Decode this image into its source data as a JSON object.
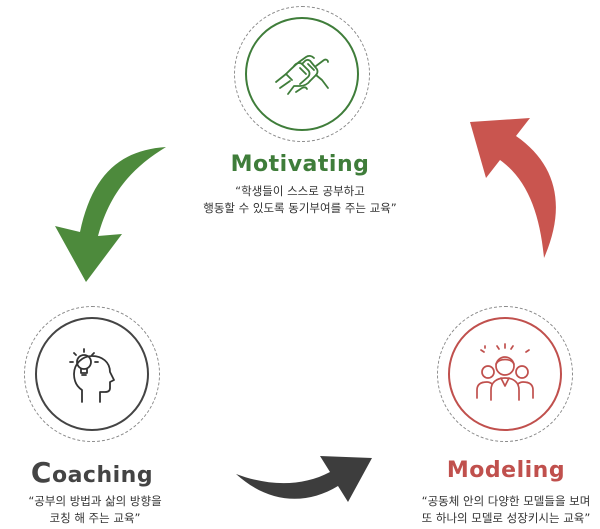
{
  "colors": {
    "motivating": "#3f7d3a",
    "coaching": "#444444",
    "modeling": "#c0504d",
    "arrow_green": "#4d8a3c",
    "arrow_red": "#c9554f",
    "arrow_dark": "#3d3d3d"
  },
  "nodes": {
    "motivating": {
      "icon": "handshake-icon",
      "title": "Motivating",
      "desc_line1": "“학생들이 스스로 공부하고",
      "desc_line2": "행동할 수 있도록 동기부여를 주는 교육”"
    },
    "coaching": {
      "icon": "head-lightbulb-icon",
      "title_first": "C",
      "title_rest": "oaching",
      "desc_line1": "“공부의 방법과 삶의 방향을",
      "desc_line2": "코칭 해 주는 교육”"
    },
    "modeling": {
      "icon": "people-group-icon",
      "title": "Modeling",
      "desc_line1": "“공동체 안의 다양한 모델들을 보며",
      "desc_line2": "또 하나의 모델로 성장키시는 교육”"
    }
  },
  "arrows": [
    {
      "name": "arrow-motivating-to-coaching",
      "color": "arrow_green"
    },
    {
      "name": "arrow-coaching-to-modeling",
      "color": "arrow_dark"
    },
    {
      "name": "arrow-modeling-to-motivating",
      "color": "arrow_red"
    }
  ]
}
